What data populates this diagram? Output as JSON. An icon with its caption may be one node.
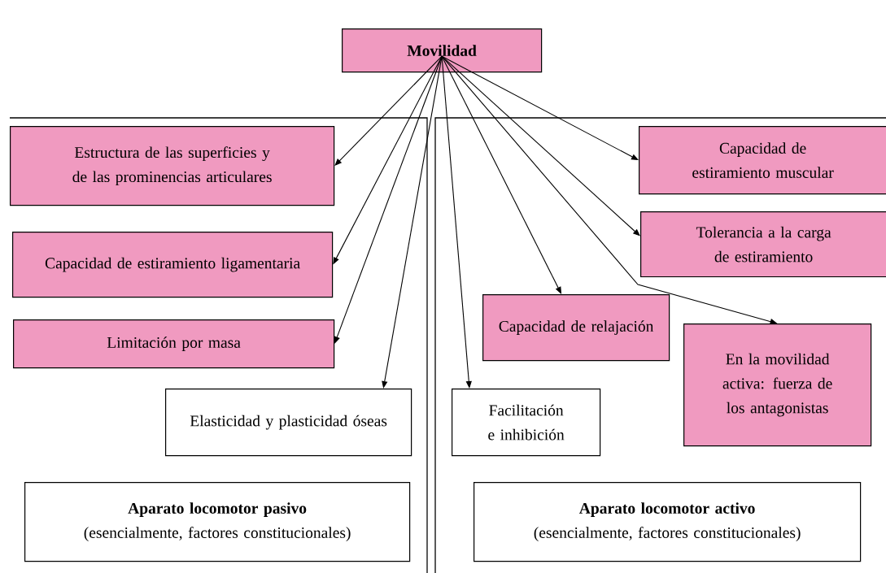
{
  "diagram": {
    "nodes": [
      {
        "text": [
          "Movilidad"
        ]
      },
      {
        "text": [
          "Estructura de las superficies y de las prominencias articulares"
        ]
      },
      {
        "text": [
          "Capacidad de estiramiento muscular"
        ]
      },
      {
        "text": [
          "Capacidad de estiramiento ligamentaria"
        ]
      },
      {
        "text": [
          "Tolerancia a la carga de estiramiento"
        ]
      },
      {
        "text": [
          "Capacidad de relajación"
        ]
      },
      {
        "text": [
          "Limitación por masa"
        ]
      },
      {
        "text": [
          "En la movilidad activa: fuerza de los antagonistas"
        ]
      },
      {
        "text": [
          "Elasticidad y plasticidad óseas"
        ]
      },
      {
        "text": [
          "Facilitación e inhibición"
        ]
      },
      {
        "text": [
          "**Aparato locomotor pasivo** (esencialmente, factores constitucionales)"
        ]
      },
      {
        "text": [
          "**Aparato locomotor activo** (esencialmente, factores constitucionales)"
        ]
      }
    ],
    "edges": [
      {
        "from": 0,
        "to": 1,
        "arrow": "to"
      },
      {
        "from": 0,
        "to": 2,
        "arrow": "to"
      },
      {
        "from": 0,
        "to": 3,
        "arrow": "to"
      },
      {
        "from": 0,
        "to": 4,
        "arrow": "to"
      },
      {
        "from": 0,
        "to": 5,
        "arrow": "to"
      },
      {
        "from": 0,
        "to": 6,
        "arrow": "to"
      },
      {
        "from": 0,
        "to": 7,
        "arrow": "to"
      },
      {
        "from": 0,
        "to": 8,
        "arrow": "to"
      },
      {
        "from": 0,
        "to": 9,
        "arrow": "to"
      }
    ]
  }
}
